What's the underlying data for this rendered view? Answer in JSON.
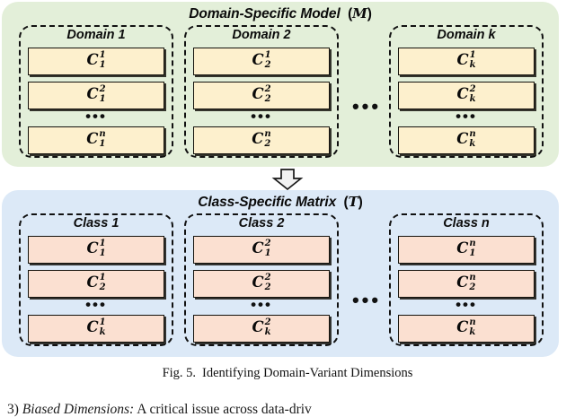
{
  "figure": {
    "caption_label": "Fig. 5.",
    "caption_text": "Identifying Domain-Variant Dimensions"
  },
  "domain_panel": {
    "title_text": "Domain-Specific Model",
    "title_symbol": "M",
    "background_color": "#e3efd9",
    "cell_color": "#fdf0cd",
    "gap_dots": "•••",
    "groups": [
      {
        "title": "Domain 1",
        "cells": [
          {
            "base": "C",
            "sup": "1",
            "sub": "1"
          },
          {
            "base": "C",
            "sup": "2",
            "sub": "1"
          },
          {
            "base": "C",
            "sup": "n",
            "sub": "1"
          }
        ],
        "vertical_dots": "•••"
      },
      {
        "title": "Domain 2",
        "cells": [
          {
            "base": "C",
            "sup": "1",
            "sub": "2"
          },
          {
            "base": "C",
            "sup": "2",
            "sub": "2"
          },
          {
            "base": "C",
            "sup": "n",
            "sub": "2"
          }
        ],
        "vertical_dots": "•••"
      },
      {
        "title": "Domain k",
        "cells": [
          {
            "base": "C",
            "sup": "1",
            "sub": "k"
          },
          {
            "base": "C",
            "sup": "2",
            "sub": "k"
          },
          {
            "base": "C",
            "sup": "n",
            "sub": "k"
          }
        ],
        "vertical_dots": "•••"
      }
    ]
  },
  "class_panel": {
    "title_text": "Class-Specific Matrix",
    "title_symbol": "T",
    "background_color": "#dce9f7",
    "cell_color": "#fbe0d1",
    "gap_dots": "•••",
    "groups": [
      {
        "title": "Class 1",
        "cells": [
          {
            "base": "C",
            "sup": "1",
            "sub": "1"
          },
          {
            "base": "C",
            "sup": "1",
            "sub": "2"
          },
          {
            "base": "C",
            "sup": "1",
            "sub": "k"
          }
        ],
        "vertical_dots": "•••"
      },
      {
        "title": "Class 2",
        "cells": [
          {
            "base": "C",
            "sup": "2",
            "sub": "1"
          },
          {
            "base": "C",
            "sup": "2",
            "sub": "2"
          },
          {
            "base": "C",
            "sup": "2",
            "sub": "k"
          }
        ],
        "vertical_dots": "•••"
      },
      {
        "title": "Class n",
        "cells": [
          {
            "base": "C",
            "sup": "n",
            "sub": "1"
          },
          {
            "base": "C",
            "sup": "n",
            "sub": "2"
          },
          {
            "base": "C",
            "sup": "n",
            "sub": "k"
          }
        ],
        "vertical_dots": "•••"
      }
    ]
  },
  "flow_arrow": {
    "direction": "down",
    "fill_color": "#f2f2f2",
    "stroke_color": "#1a1a1a"
  },
  "body_text_clipped": {
    "prefix": "3)",
    "emphasis": "Biased Dimensions:",
    "rest": "A critical issue across data-driv"
  }
}
